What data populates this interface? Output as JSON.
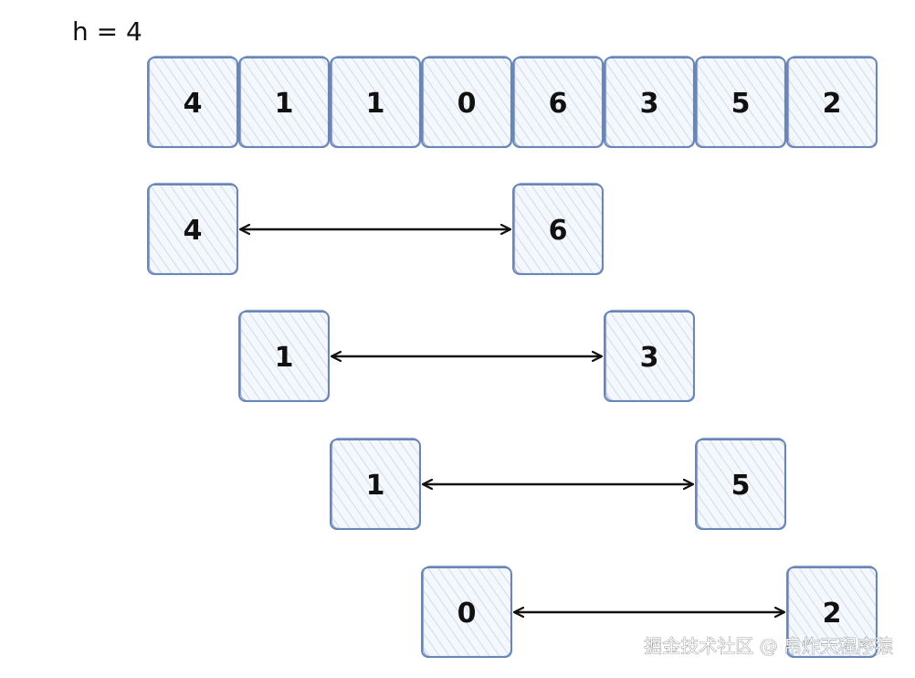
{
  "title": "h = 4",
  "array": [
    "4",
    "1",
    "1",
    "0",
    "6",
    "3",
    "5",
    "2"
  ],
  "pairs": [
    {
      "left": "4",
      "right": "6"
    },
    {
      "left": "1",
      "right": "3"
    },
    {
      "left": "1",
      "right": "5"
    },
    {
      "left": "0",
      "right": "2"
    }
  ],
  "watermark": "掘金技术社区 @ 帛炸天程序猿",
  "colors": {
    "box_border": "#6a86b8",
    "box_fill": "#f3f6fb",
    "hatch": "#b6c8e6",
    "arrow": "#111111"
  }
}
